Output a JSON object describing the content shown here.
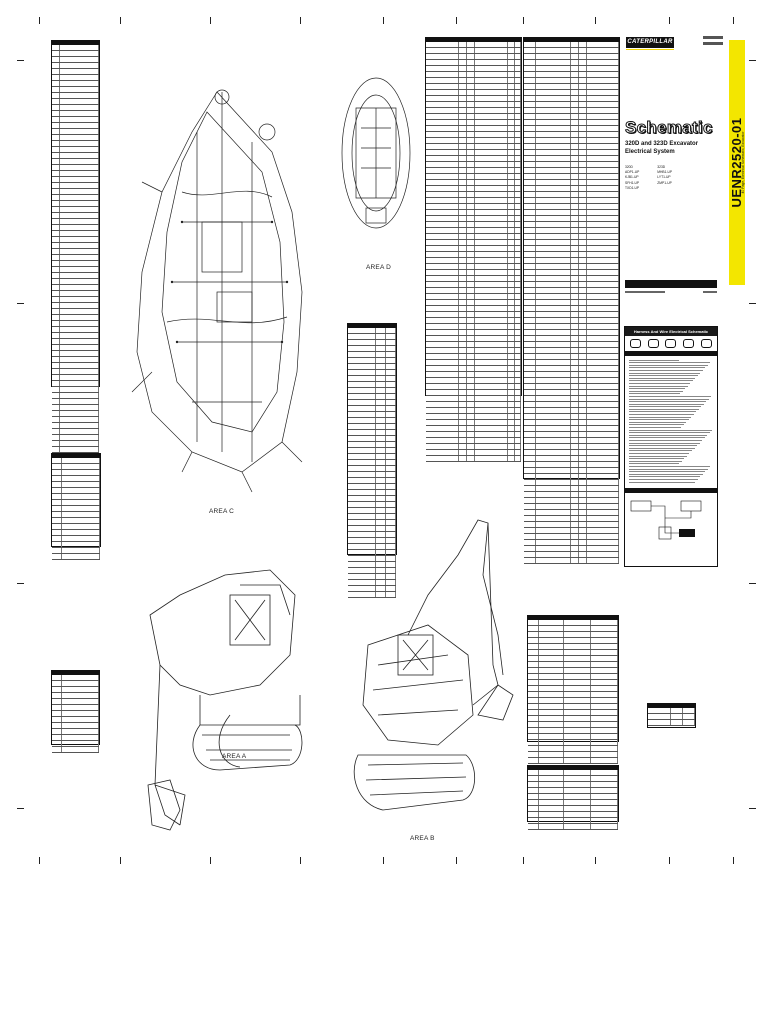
{
  "title_block": {
    "brand": "CATERPILLAR",
    "title": "Schematic",
    "subtitle_line1": "320D and 323D Excavator",
    "subtitle_line2": "Electrical System",
    "doc_code": "UENR2520-01",
    "doc_code_subtitle": "40 Page, Electrical Schematic, Excavator",
    "serials_col1_head": "320D",
    "serials_col1": [
      "ADP1-UP",
      "KJB1-UP",
      "SFH1-UP",
      "TXD1-UP"
    ],
    "serials_col2_head": "323D",
    "serials_col2": [
      "MHB1-UP",
      "LYT1-UP",
      "ZMP1-UP"
    ]
  },
  "areas": {
    "a": "AREA A",
    "b": "AREA B",
    "c": "AREA C",
    "d": "AREA D"
  },
  "panels": {
    "symbols_title": "Harness And Wire Electrical Schematic Symbols"
  },
  "colors": {
    "accent": "#f3e600",
    "ink": "#111111"
  }
}
